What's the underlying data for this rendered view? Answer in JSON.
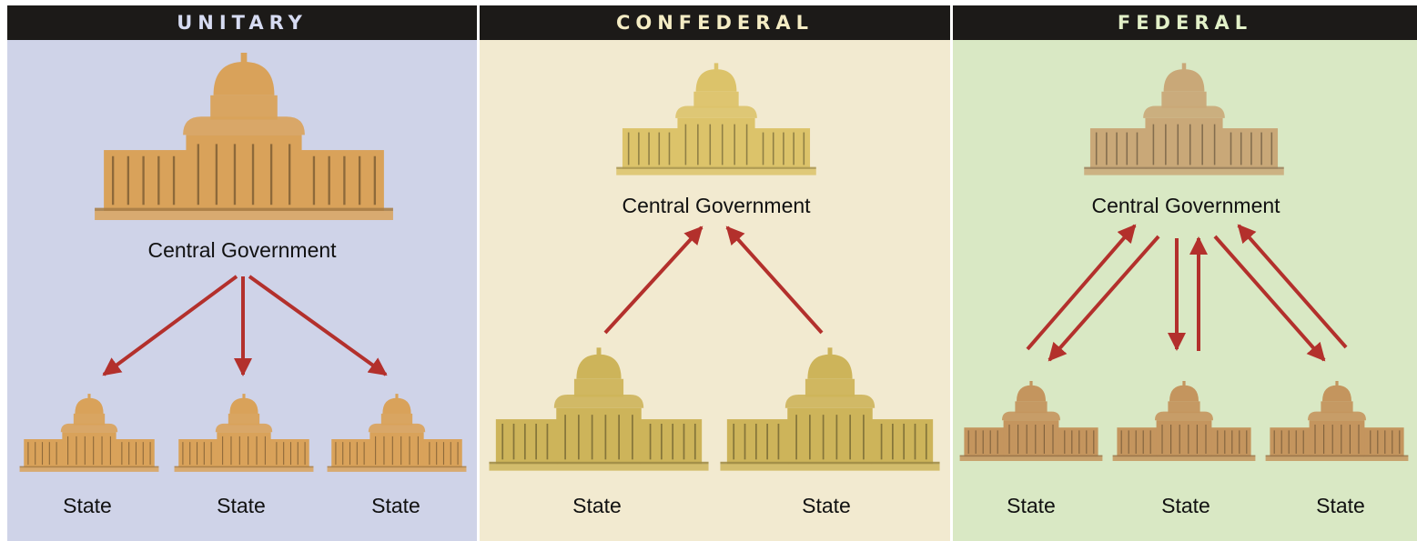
{
  "panels": [
    {
      "title": "UNITARY",
      "title_color": "#d6dbf2",
      "bg": "#cfd3e8",
      "central_label": "Central Government",
      "state_labels": [
        "State",
        "State",
        "State"
      ]
    },
    {
      "title": "CONFEDERAL",
      "title_color": "#f4ecc4",
      "bg": "#f2ead0",
      "central_label": "Central Government",
      "state_labels": [
        "State",
        "State"
      ]
    },
    {
      "title": "FEDERAL",
      "title_color": "#e2f0c8",
      "bg": "#d9e8c4",
      "central_label": "Central Government",
      "state_labels": [
        "State",
        "State",
        "State"
      ]
    }
  ],
  "colors": {
    "arrow": "#b3302c",
    "header_bg": "#1c1a18",
    "building_warm": "#d9a25a",
    "building_gold": "#dcc36a",
    "building_tan": "#c9a878"
  },
  "icons": {
    "central": "capitol-building-icon",
    "state": "state-capitol-icon"
  }
}
